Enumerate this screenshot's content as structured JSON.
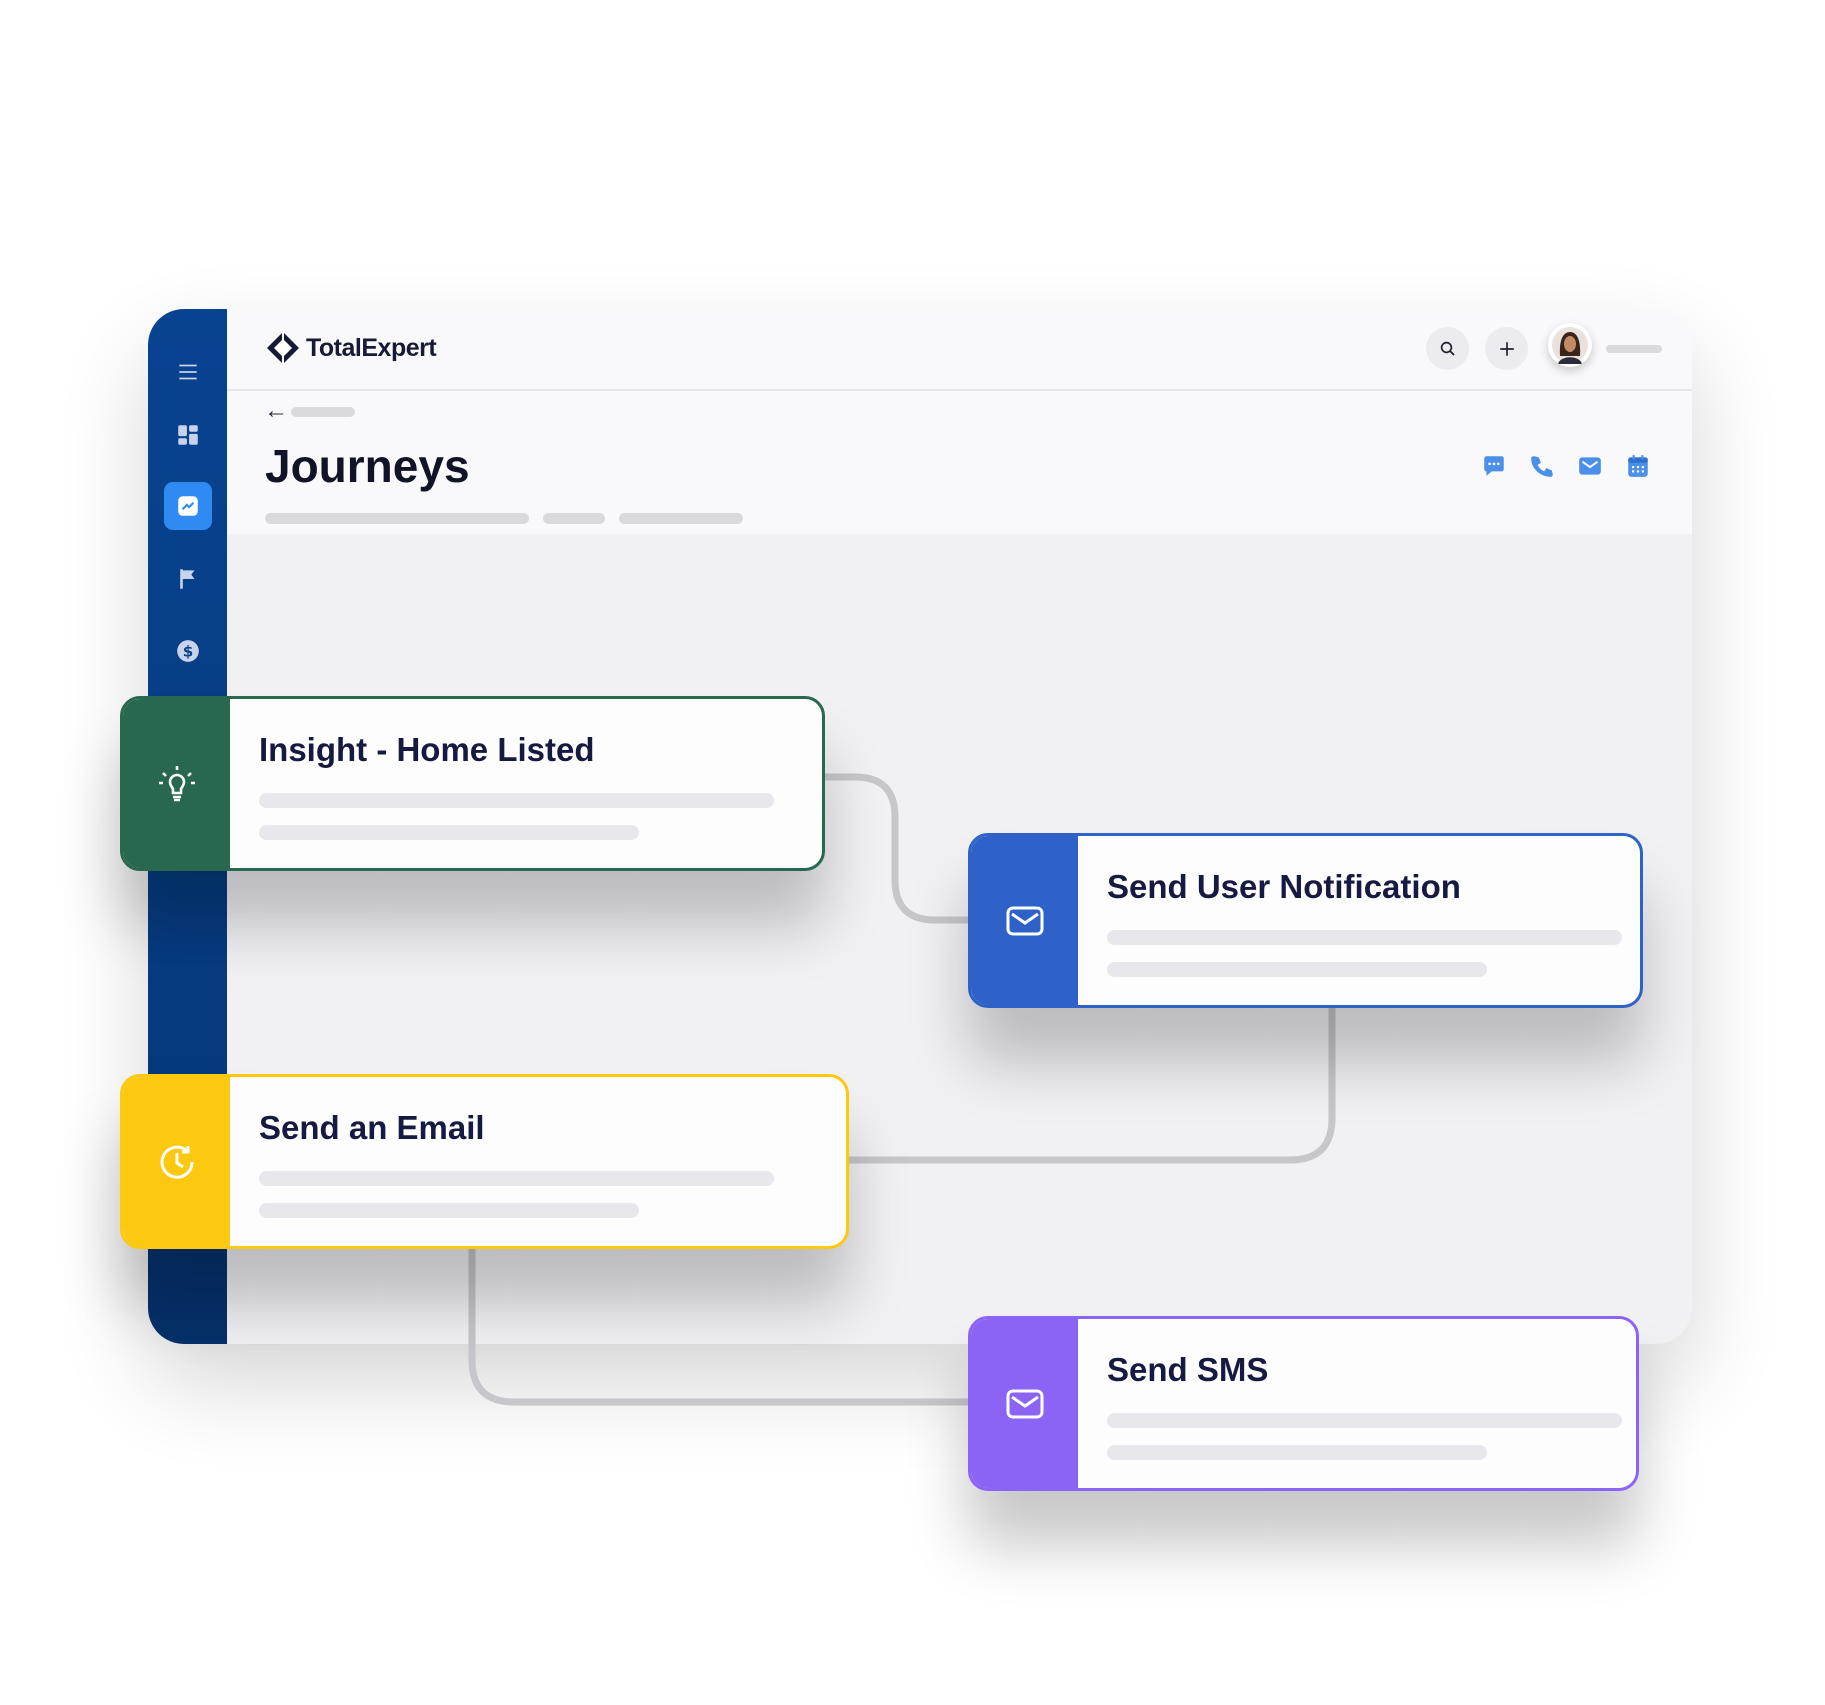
{
  "app": {
    "logo_text": "TotalExpert"
  },
  "sidebar": {
    "items": [
      {
        "icon": "menu-icon"
      },
      {
        "icon": "dashboard-icon"
      },
      {
        "icon": "journeys-icon",
        "active": true
      },
      {
        "icon": "flag-icon"
      },
      {
        "icon": "dollar-icon"
      }
    ]
  },
  "topbar": {
    "icons": [
      "search-icon",
      "plus-icon",
      "avatar"
    ]
  },
  "page": {
    "back_icon": "←",
    "title": "Journeys",
    "actions": [
      "chat-icon",
      "phone-icon",
      "mail-icon",
      "calendar-icon"
    ]
  },
  "nodes": [
    {
      "title": "Insight - Home Listed",
      "color": "#27684e",
      "icon": "lightbulb-icon"
    },
    {
      "title": "Send User Notification",
      "color": "#2f62c8",
      "icon": "mail-icon"
    },
    {
      "title": "Send an Email",
      "color": "#fcc810",
      "icon": "clock-icon"
    },
    {
      "title": "Send SMS",
      "color": "#8b64f6",
      "icon": "mail-icon"
    }
  ],
  "colors": {
    "sidebar": "#084391",
    "accent_blue": "#2f8bf2",
    "action_icon": "#4a90e8",
    "connector": "#c6c6cb"
  }
}
